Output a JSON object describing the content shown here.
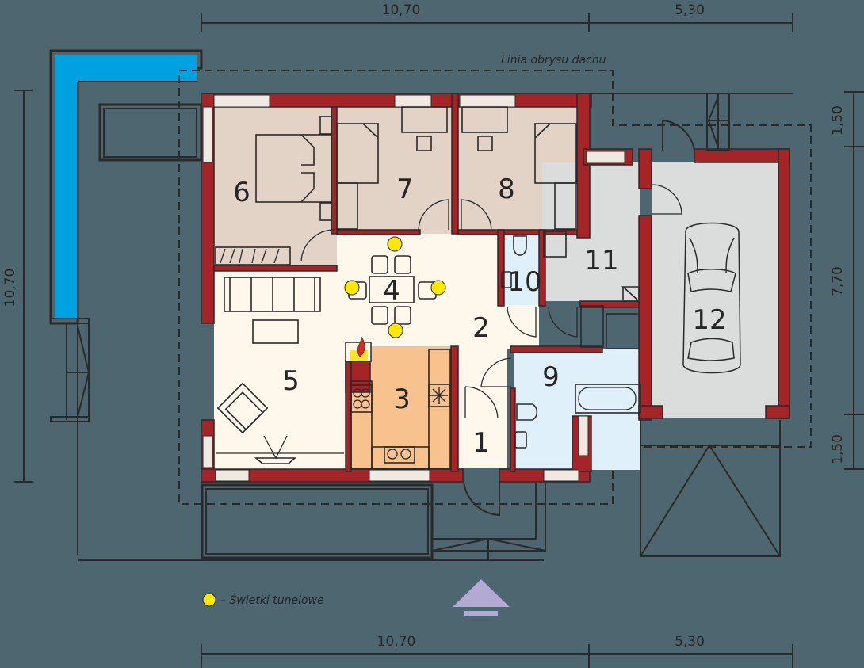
{
  "dimensions": {
    "top": [
      {
        "label": "10,70"
      },
      {
        "label": "5,30"
      }
    ],
    "bottom": [
      {
        "label": "10,70"
      },
      {
        "label": "5,30"
      }
    ],
    "left": [
      {
        "label": "10,70"
      }
    ],
    "right": [
      {
        "label": "1,50"
      },
      {
        "label": "7,70"
      },
      {
        "label": "1,50"
      }
    ]
  },
  "annotations": {
    "roof_outline": "Linia obrysu dachu"
  },
  "legend": {
    "tunnel_lights": "– Świetki tunelowe"
  },
  "rooms": [
    {
      "number": "1",
      "color": "#fef8ec"
    },
    {
      "number": "2",
      "color": "#fef8ec"
    },
    {
      "number": "3",
      "color": "#f7c28e"
    },
    {
      "number": "4",
      "color": "#fef8ec"
    },
    {
      "number": "5",
      "color": "#fef8ec"
    },
    {
      "number": "6",
      "color": "#e2d3c6"
    },
    {
      "number": "7",
      "color": "#e2d3c6"
    },
    {
      "number": "8",
      "color": "#e2d3c6"
    },
    {
      "number": "9",
      "color": "#dff0fb"
    },
    {
      "number": "10",
      "color": "#dff0fb"
    },
    {
      "number": "11",
      "color": "#dbdcdc"
    },
    {
      "number": "12",
      "color": "#dbdcdc"
    }
  ],
  "colors": {
    "background": "#4d6670",
    "wall": "#a52427",
    "pool": "#00a1e0",
    "light": "#ffe800",
    "entrance_arrow": "#b3aad3",
    "fireplace": "#ffe42a"
  },
  "icons": {
    "entrance": "entrance-arrow-icon",
    "light": "tunnel-light-icon",
    "car": "car-icon",
    "fridge": "snowflake-icon",
    "fireplace": "flame-icon",
    "stove": "stove-burners-icon",
    "sink": "sink-icon"
  }
}
